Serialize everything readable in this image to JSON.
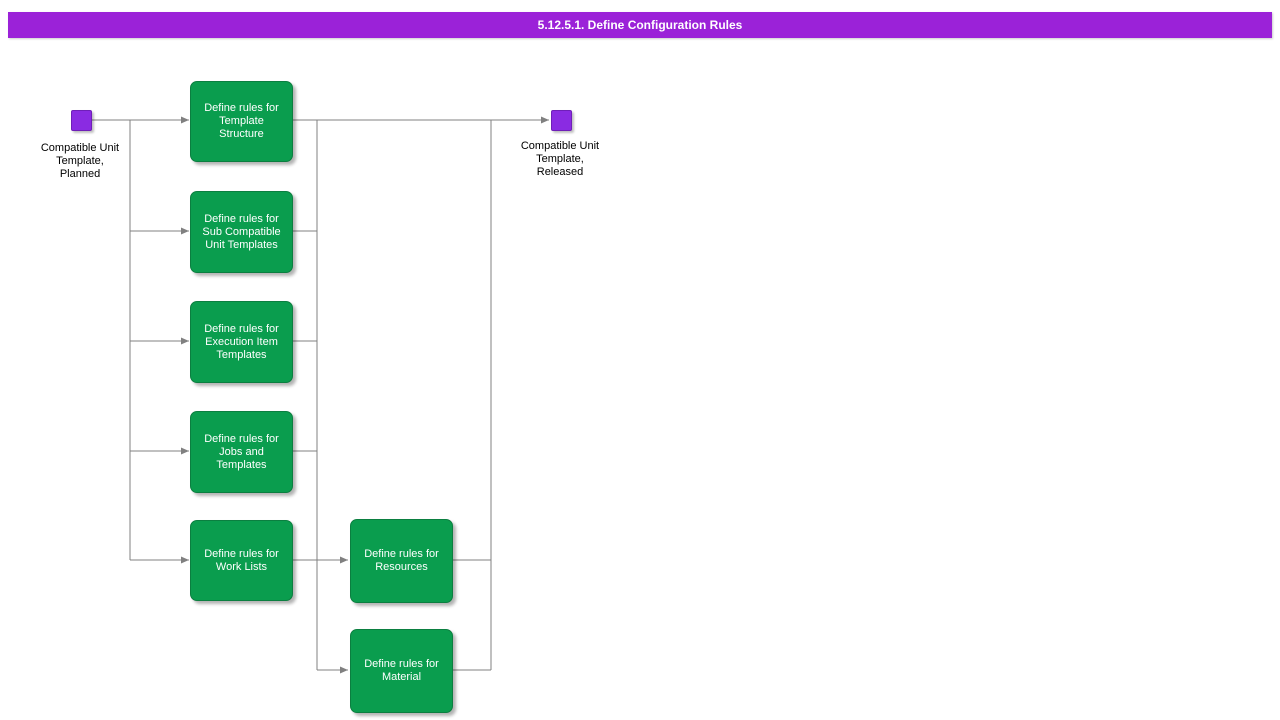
{
  "header": {
    "title": "5.12.5.1. Define Configuration Rules"
  },
  "colors": {
    "header_bg": "#9b22d8",
    "node_purple": "#8a2be2",
    "green": "#0a9d4e",
    "green_border": "#0b7f40",
    "line": "#808080"
  },
  "nodes": {
    "start": {
      "label": "Compatible Unit\nTemplate,\nPlanned"
    },
    "end": {
      "label": "Compatible Unit\nTemplate,\nReleased"
    },
    "activities": [
      {
        "id": "template-structure",
        "label": "Define rules for\nTemplate\nStructure"
      },
      {
        "id": "sub-compatible-unit-templates",
        "label": "Define rules for\nSub Compatible\nUnit Templates"
      },
      {
        "id": "execution-item-templates",
        "label": "Define rules for\nExecution Item\nTemplates"
      },
      {
        "id": "jobs-and-templates",
        "label": "Define rules for\nJobs and\nTemplates"
      },
      {
        "id": "work-lists",
        "label": "Define rules for\nWork Lists"
      },
      {
        "id": "resources",
        "label": "Define rules for\nResources"
      },
      {
        "id": "material",
        "label": "Define rules for\nMaterial"
      }
    ]
  }
}
